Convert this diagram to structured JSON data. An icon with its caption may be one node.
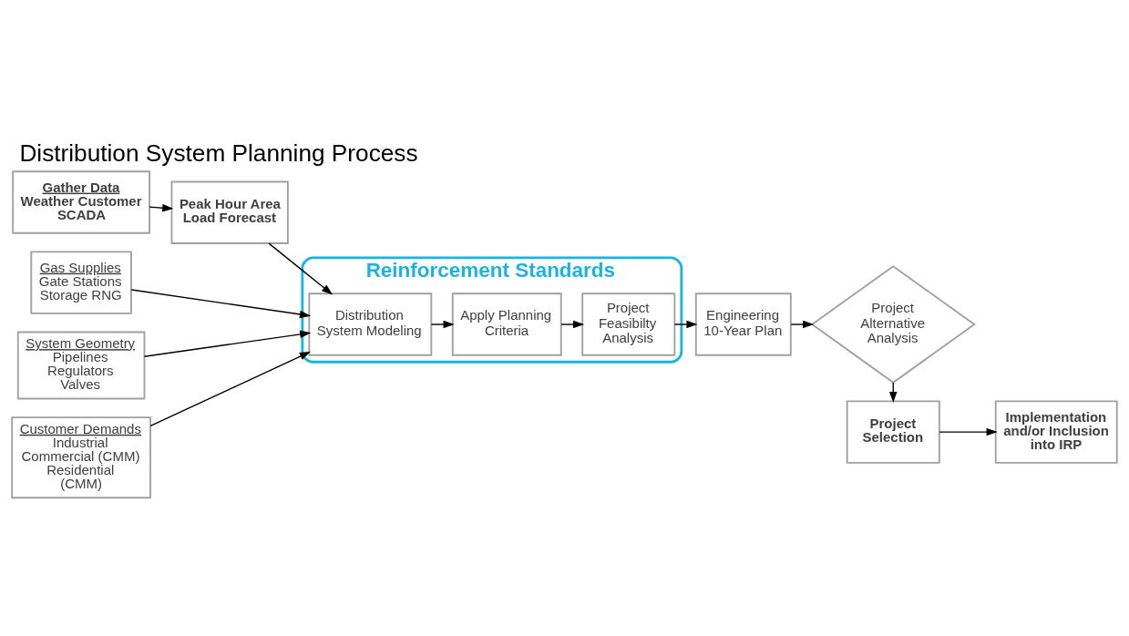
{
  "diagram": {
    "title": "Distribution System Planning Process",
    "nodes": [
      {
        "text": [
          "Gather Data",
          "Weather Customer SCADA"
        ]
      },
      {
        "text": [
          "Peak Hour Area Load Forecast"
        ]
      },
      {
        "text": [
          "Project Selection"
        ]
      },
      {
        "text": [
          "Implementation and/or Inclusion into IRP"
        ]
      },
      {
        "text": [
          "Gas Supplies",
          "Gate Stations Storage RNG"
        ]
      },
      {
        "text": [
          "System Geometry",
          "Pipelines Regulators Valves"
        ]
      },
      {
        "text": [
          "Customer Demands",
          "Industrial Commercial (CMM) Residential (CMM)"
        ]
      },
      {
        "text": [
          "Reinforcement Standards"
        ]
      },
      {
        "text": [
          "Distribution System Modeling"
        ],
        "in": 7
      },
      {
        "text": [
          "Apply Planning Criteria"
        ],
        "in": 7
      },
      {
        "text": [
          "Project Feasibilty Analysis"
        ],
        "in": 7
      },
      {
        "text": [
          "Engineering 10-Year Plan"
        ]
      },
      {
        "text": [
          "Project Alternative Analysis"
        ]
      }
    ],
    "edges": [
      {
        "from": 0,
        "to": 1,
        "arrow": "to"
      },
      {
        "from": 1,
        "to": 8,
        "arrow": "to"
      },
      {
        "from": 4,
        "to": 8,
        "arrow": "to"
      },
      {
        "from": 5,
        "to": 8,
        "arrow": "to"
      },
      {
        "from": 6,
        "to": 8,
        "arrow": "to"
      },
      {
        "from": 8,
        "to": 9,
        "arrow": "to"
      },
      {
        "from": 9,
        "to": 10,
        "arrow": "to"
      },
      {
        "from": 10,
        "to": 11,
        "arrow": "to"
      },
      {
        "from": 11,
        "to": 12,
        "arrow": "to"
      },
      {
        "from": 12,
        "to": 2,
        "arrow": "to"
      },
      {
        "from": 2,
        "to": 3,
        "arrow": "to"
      }
    ]
  }
}
